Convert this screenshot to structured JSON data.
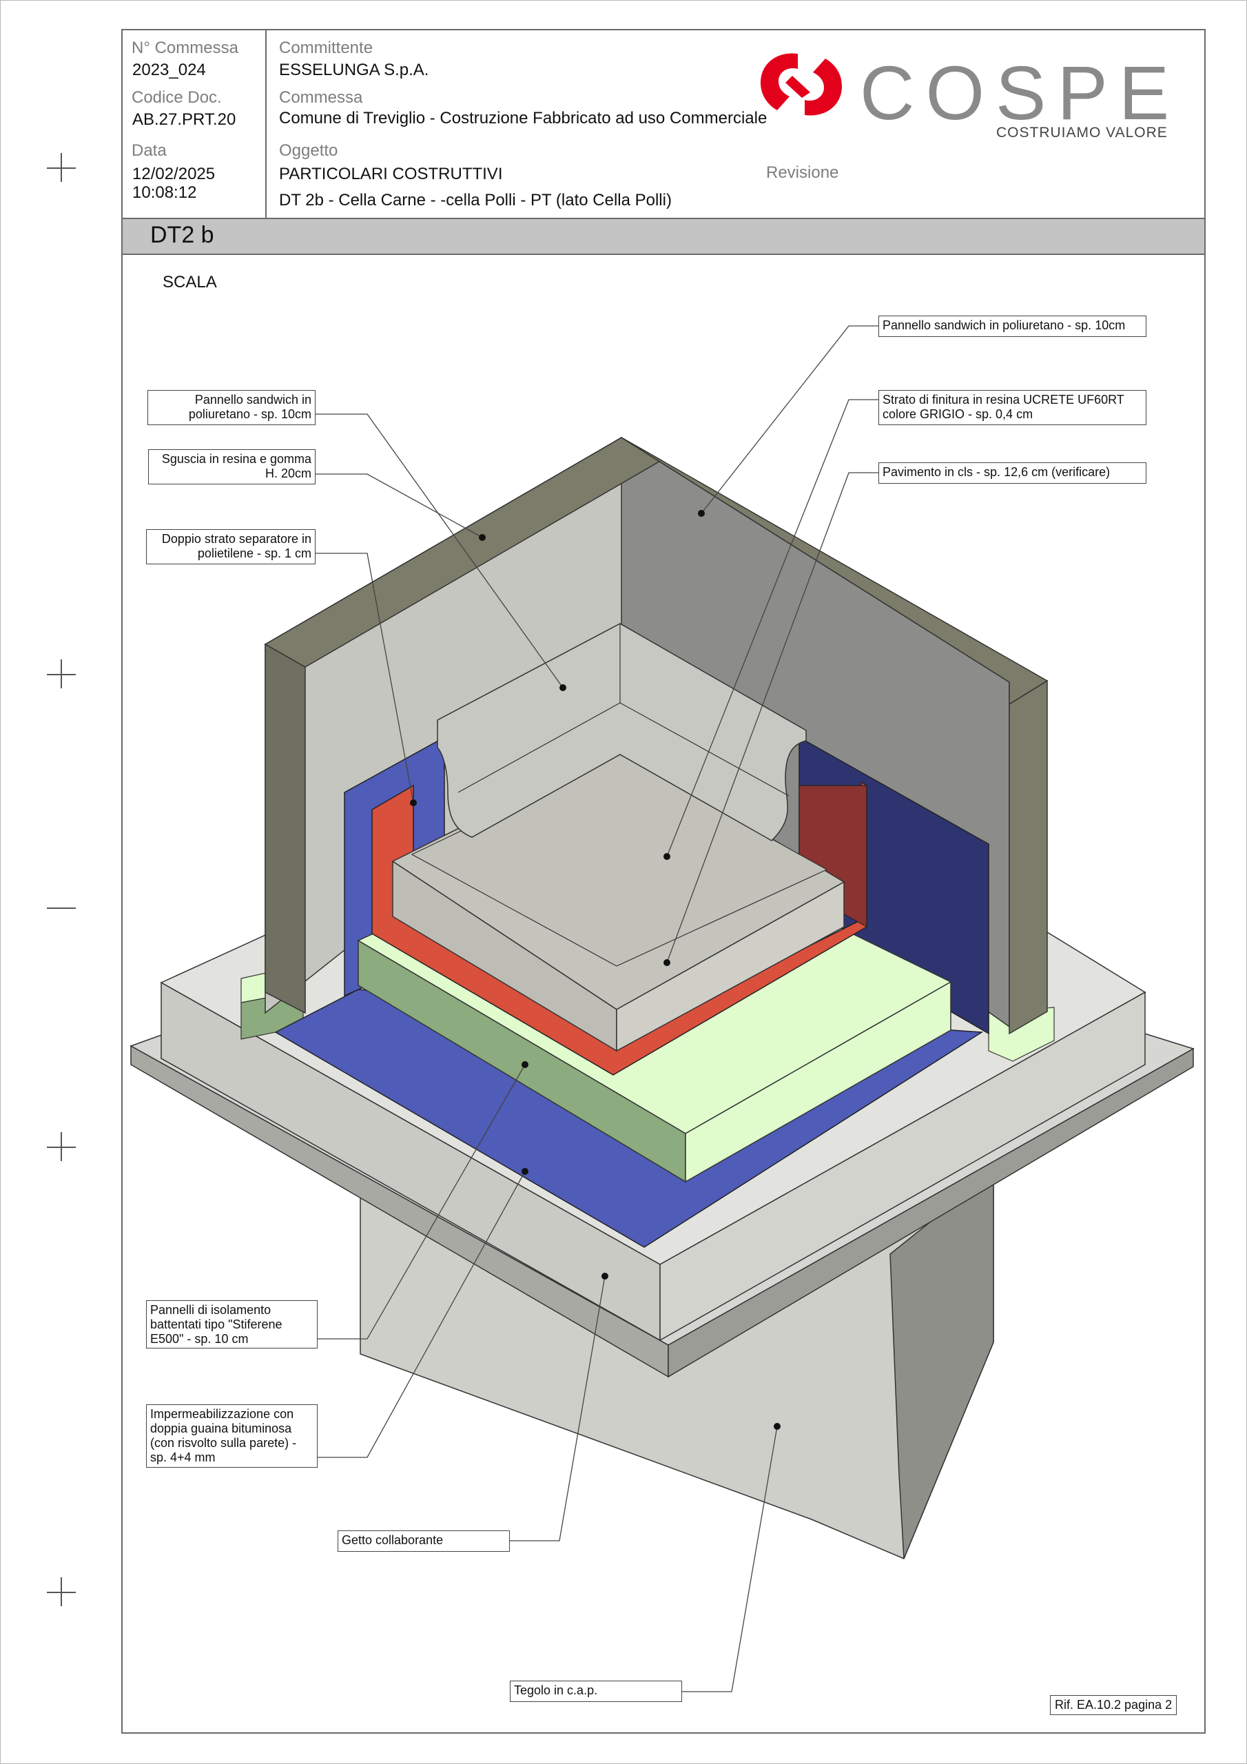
{
  "header": {
    "commessa_no_label": "N° Commessa",
    "commessa_no_value": "2023_024",
    "codice_doc_label": "Codice Doc.",
    "codice_doc_value": "AB.27.PRT.20",
    "data_label": "Data",
    "data_date": "12/02/2025",
    "data_time": "10:08:12",
    "committente_label": "Committente",
    "committente_value": "ESSELUNGA S.p.A.",
    "commessa_label": "Commessa",
    "commessa_value": "Comune di Treviglio - Costruzione Fabbricato ad uso Commerciale",
    "oggetto_label": "Oggetto",
    "oggetto_line1": "PARTICOLARI COSTRUTTIVI",
    "oggetto_line2": "DT 2b - Cella Carne - -cella Polli - PT (lato Cella Polli)",
    "revisione_label": "Revisione"
  },
  "logo": {
    "name": "COSPE",
    "tagline": "COSTRUIAMO VALORE",
    "mark_color": "#e3001b",
    "text_color": "#8a8a8a"
  },
  "sheet": {
    "title": "DT2 b",
    "scale_label": "SCALA",
    "ref": "Rif. EA.10.2 pagina 2"
  },
  "callouts": {
    "sandwich_left_1": "Pannello sandwich in",
    "sandwich_left_2": "poliuretano - sp. 10cm",
    "sguscia_1": "Sguscia in resina e gomma",
    "sguscia_2": "H. 20cm",
    "separatore_1": "Doppio strato separatore in",
    "separatore_2": "polietilene - sp. 1 cm",
    "sandwich_right": "Pannello sandwich in poliuretano - sp. 10cm",
    "resina_1": "Strato di finitura in resina UCRETE UF60RT",
    "resina_2": "colore GRIGIO - sp. 0,4 cm",
    "pavimento": "Pavimento in cls - sp. 12,6 cm (verificare)",
    "isolamento_1": "Pannelli di isolamento",
    "isolamento_2": "battentati tipo \"Stiferene",
    "isolamento_3": "E500\" - sp. 10 cm",
    "impermeab_1": "Impermeabilizzazione con",
    "impermeab_2": "doppia guaina bituminosa",
    "impermeab_3": "(con risvolto sulla parete) -",
    "impermeab_4": "sp. 4+4 mm",
    "getto": "Getto collaborante",
    "tegolo": "Tegolo in c.a.p."
  },
  "colors": {
    "wall_dark": "#7c7c6a",
    "wall_left_face": "#c6c6c0",
    "wall_right_face": "#8c8c8a",
    "membrane_blue": "#4f5cb8",
    "membrane_blue_dark": "#2e3470",
    "separator_red": "#d9503c",
    "insulation_green": "#e0fbcc",
    "insulation_green_shade": "#8cab7e",
    "concrete": "#d8d8d4"
  }
}
